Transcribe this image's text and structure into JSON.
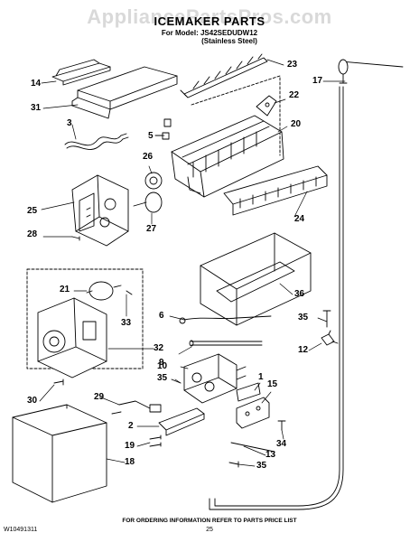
{
  "header": {
    "watermark": "AppliancePartsPros.com",
    "title": "ICEMAKER PARTS",
    "model_line": "For Model: JS42SEDUDW12",
    "finish_line": "(Stainless Steel)"
  },
  "callouts": {
    "c1": "1",
    "c2": "2",
    "c3": "3",
    "c5": "5",
    "c6": "6",
    "c9": "9",
    "c10": "10",
    "c12": "12",
    "c13": "13",
    "c14": "14",
    "c15": "15",
    "c17": "17",
    "c18": "18",
    "c19": "19",
    "c20": "20",
    "c21": "21",
    "c22": "22",
    "c23": "23",
    "c24": "24",
    "c25": "25",
    "c26": "26",
    "c27": "27",
    "c28": "28",
    "c29": "29",
    "c30": "30",
    "c31": "31",
    "c32": "32",
    "c33": "33",
    "c34": "34",
    "c35a": "35",
    "c35b": "35",
    "c35c": "35",
    "c36": "36"
  },
  "footer": {
    "doc_number": "W10491311",
    "page_number": "25",
    "note": "FOR ORDERING INFORMATION REFER TO PARTS PRICE LIST"
  }
}
